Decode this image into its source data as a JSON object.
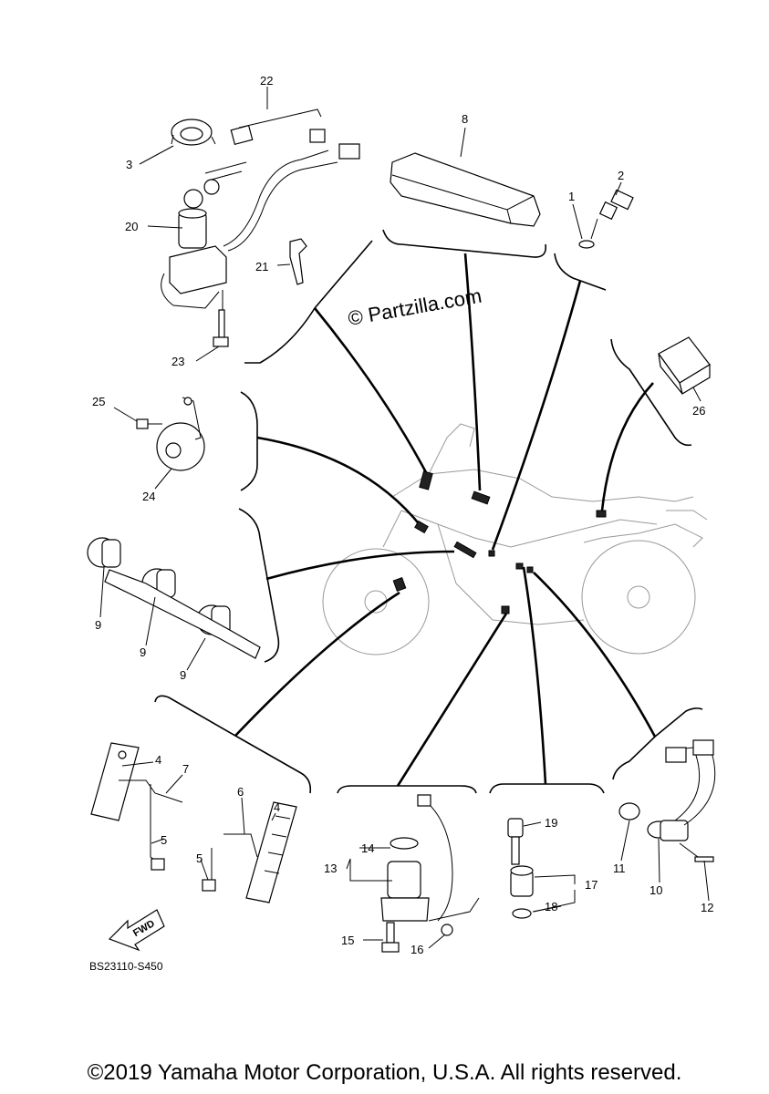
{
  "diagram": {
    "watermark": "© Partzilla.com",
    "diagram_code": "BS23110-S450",
    "fwd_label": "FWD",
    "copyright": "©2019 Yamaha Motor Corporation, U.S.A. All rights reserved."
  },
  "callouts": {
    "c1": "1",
    "c2": "2",
    "c3": "3",
    "c4a": "4",
    "c4b": "4",
    "c5a": "5",
    "c5b": "5",
    "c6": "6",
    "c7": "7",
    "c8": "8",
    "c9a": "9",
    "c9b": "9",
    "c9c": "9",
    "c10": "10",
    "c11": "11",
    "c12": "12",
    "c13": "13",
    "c14": "14",
    "c15": "15",
    "c16": "16",
    "c17": "17",
    "c18": "18",
    "c19": "19",
    "c20": "20",
    "c21": "21",
    "c22": "22",
    "c23": "23",
    "c24": "24",
    "c25": "25",
    "c26": "26"
  }
}
